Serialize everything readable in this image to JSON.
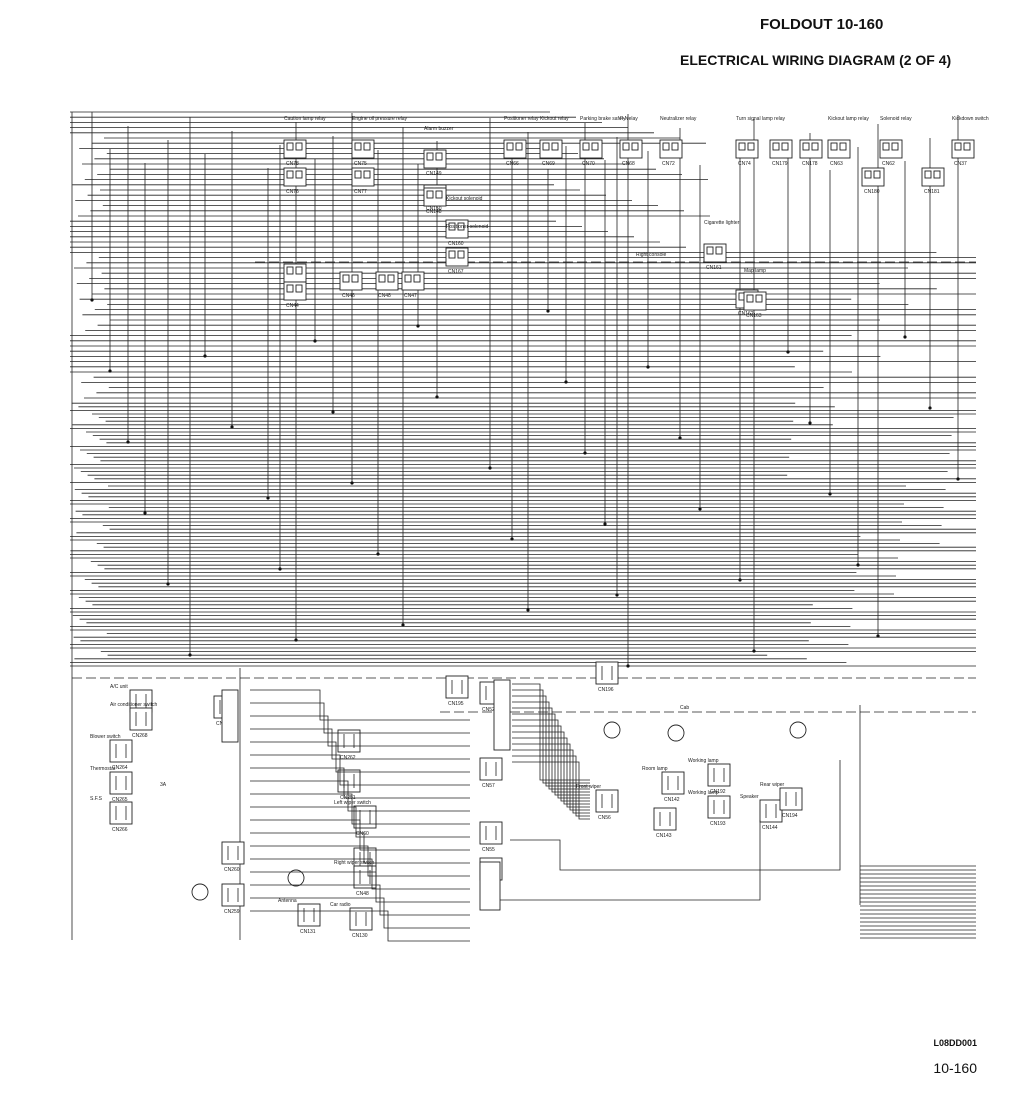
{
  "header": {
    "title": "FOLDOUT 10-160",
    "subtitle": "ELECTRICAL WIRING DIAGRAM (2 OF 4)"
  },
  "footer": {
    "drawing_code": "L08DD001",
    "page_number": "10-160"
  },
  "top_components": [
    {
      "ref": "CN78",
      "desc": "Caution lamp relay"
    },
    {
      "ref": "CN76",
      "desc": ""
    },
    {
      "ref": "CN75",
      "desc": "Engine oil pressure relay"
    },
    {
      "ref": "CN77",
      "desc": ""
    },
    {
      "ref": "CN149",
      "desc": "Alarm buzzer"
    },
    {
      "ref": "CN150",
      "desc": ""
    },
    {
      "ref": "CN148",
      "desc": ""
    },
    {
      "ref": "CN160",
      "desc": "Kickout solenoid"
    },
    {
      "ref": "CN167",
      "desc": "Positioner solenoid"
    },
    {
      "ref": "CN66",
      "desc": "Positioner relay"
    },
    {
      "ref": "CN69",
      "desc": "Kickout relay"
    },
    {
      "ref": "CN70",
      "desc": "Parking brake safety relay"
    },
    {
      "ref": "CN68",
      "desc": "F-N"
    },
    {
      "ref": "CN72",
      "desc": "Neutralizer relay"
    },
    {
      "ref": "CN74",
      "desc": "Turn signal lamp relay"
    },
    {
      "ref": "CN179",
      "desc": ""
    },
    {
      "ref": "CN178",
      "desc": ""
    },
    {
      "ref": "CN63",
      "desc": "Kickout lamp relay"
    },
    {
      "ref": "CN62",
      "desc": "Solenoid relay"
    },
    {
      "ref": "CN180",
      "desc": ""
    },
    {
      "ref": "CN181",
      "desc": ""
    },
    {
      "ref": "CN37",
      "desc": "Kickdown switch"
    },
    {
      "ref": "CN45",
      "desc": ""
    },
    {
      "ref": "CN44",
      "desc": ""
    },
    {
      "ref": "CN46",
      "desc": ""
    },
    {
      "ref": "CN48",
      "desc": ""
    },
    {
      "ref": "CN47",
      "desc": ""
    },
    {
      "ref": "CN161",
      "desc": "Cigarette lighter"
    },
    {
      "ref": "CN162",
      "desc": ""
    },
    {
      "ref": "CN163",
      "desc": "Map lamp"
    }
  ],
  "bottom_components": [
    {
      "ref": "CN267",
      "desc": "A/C unit"
    },
    {
      "ref": "CN268",
      "desc": "Air conditioner switch"
    },
    {
      "ref": "CN264",
      "desc": "Blower switch"
    },
    {
      "ref": "CN265",
      "desc": "Thermostat"
    },
    {
      "ref": "CN266",
      "desc": "S.F.S"
    },
    {
      "ref": "CN261",
      "desc": ""
    },
    {
      "ref": "CN262",
      "desc": ""
    },
    {
      "ref": "CN251",
      "desc": ""
    },
    {
      "ref": "CN195",
      "desc": ""
    },
    {
      "ref": "CN196",
      "desc": ""
    },
    {
      "ref": "CN52",
      "desc": ""
    },
    {
      "ref": "CN57",
      "desc": ""
    },
    {
      "ref": "CN55",
      "desc": ""
    },
    {
      "ref": "CN54",
      "desc": ""
    },
    {
      "ref": "CN60",
      "desc": "Left wiper switch"
    },
    {
      "ref": "CN49",
      "desc": ""
    },
    {
      "ref": "CN48",
      "desc": "Right wiper switch"
    },
    {
      "ref": "CN260",
      "desc": ""
    },
    {
      "ref": "CN259",
      "desc": ""
    },
    {
      "ref": "CN130",
      "desc": "Car radio"
    },
    {
      "ref": "CN131",
      "desc": "Antenna"
    },
    {
      "ref": "CN56",
      "desc": "Front wiper"
    },
    {
      "ref": "CN142",
      "desc": "Room lamp"
    },
    {
      "ref": "CN143",
      "desc": ""
    },
    {
      "ref": "CN192",
      "desc": "Working lamp"
    },
    {
      "ref": "CN193",
      "desc": "Working lamp"
    },
    {
      "ref": "CN144",
      "desc": "Speaker"
    },
    {
      "ref": "CN194",
      "desc": "Rear wiper"
    }
  ],
  "labels": {
    "fuse": "3A",
    "cab": "Cab",
    "right_console": "Right console"
  }
}
